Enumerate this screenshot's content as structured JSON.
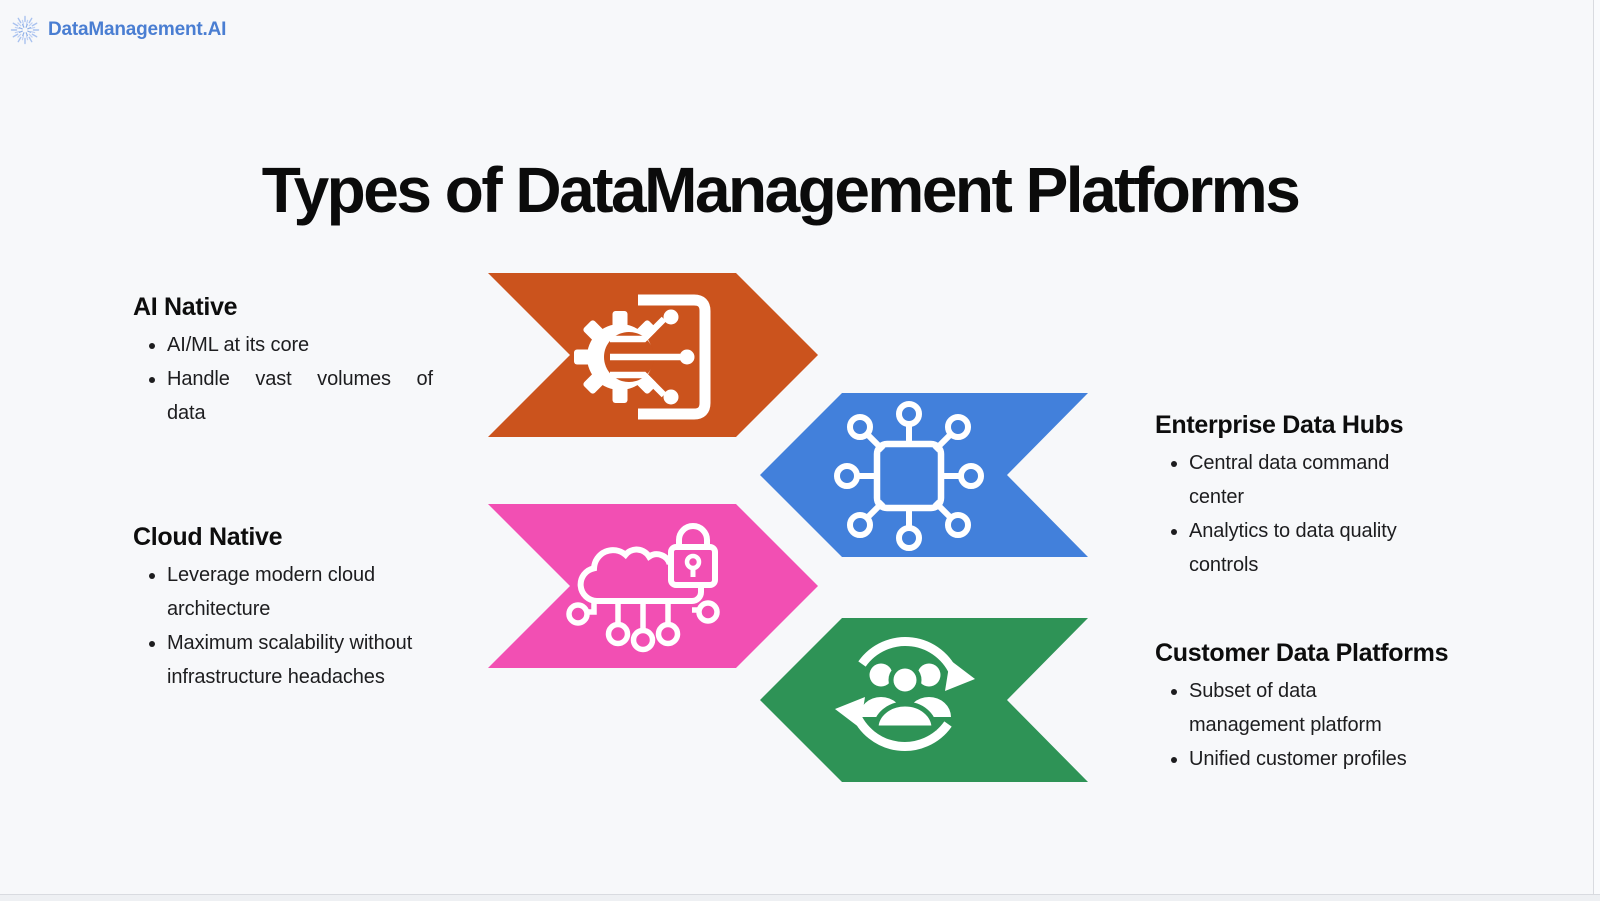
{
  "logo": {
    "text": "DataManagement.AI"
  },
  "title": "Types of DataManagement Platforms",
  "colors": {
    "background": "#f7f8fa",
    "logo_blue": "#4a7ed2",
    "orange": "#cb531d",
    "blue": "#4280db",
    "pink": "#f24fb3",
    "green": "#2e9356"
  },
  "sections": [
    {
      "id": "ai-native",
      "title": "AI Native",
      "icon": "gear-circuit-icon",
      "arrow_color": "#cb531d",
      "arrow_direction": "right",
      "bullets": [
        {
          "lines": [
            "AI/ML at its core"
          ]
        },
        {
          "lines": [
            "Handle vast volumes of",
            "data"
          ],
          "justify": true
        }
      ]
    },
    {
      "id": "cloud-native",
      "title": "Cloud Native",
      "icon": "secure-cloud-icon",
      "arrow_color": "#f24fb3",
      "arrow_direction": "right",
      "bullets": [
        {
          "lines": [
            "Leverage modern cloud",
            "architecture"
          ]
        },
        {
          "lines": [
            "Maximum scalability without",
            "infrastructure headaches"
          ]
        }
      ]
    },
    {
      "id": "enterprise-data-hubs",
      "title": "Enterprise Data Hubs",
      "icon": "network-hub-icon",
      "arrow_color": "#4280db",
      "arrow_direction": "left",
      "bullets": [
        {
          "lines": [
            "Central data command",
            "center"
          ]
        },
        {
          "lines": [
            "Analytics to data quality",
            "controls"
          ]
        }
      ]
    },
    {
      "id": "customer-data-platforms",
      "title": "Customer Data Platforms",
      "icon": "customer-sync-icon",
      "arrow_color": "#2e9356",
      "arrow_direction": "left",
      "bullets": [
        {
          "lines": [
            "Subset of data",
            "management platform"
          ]
        },
        {
          "lines": [
            "Unified customer profiles"
          ]
        }
      ]
    }
  ]
}
